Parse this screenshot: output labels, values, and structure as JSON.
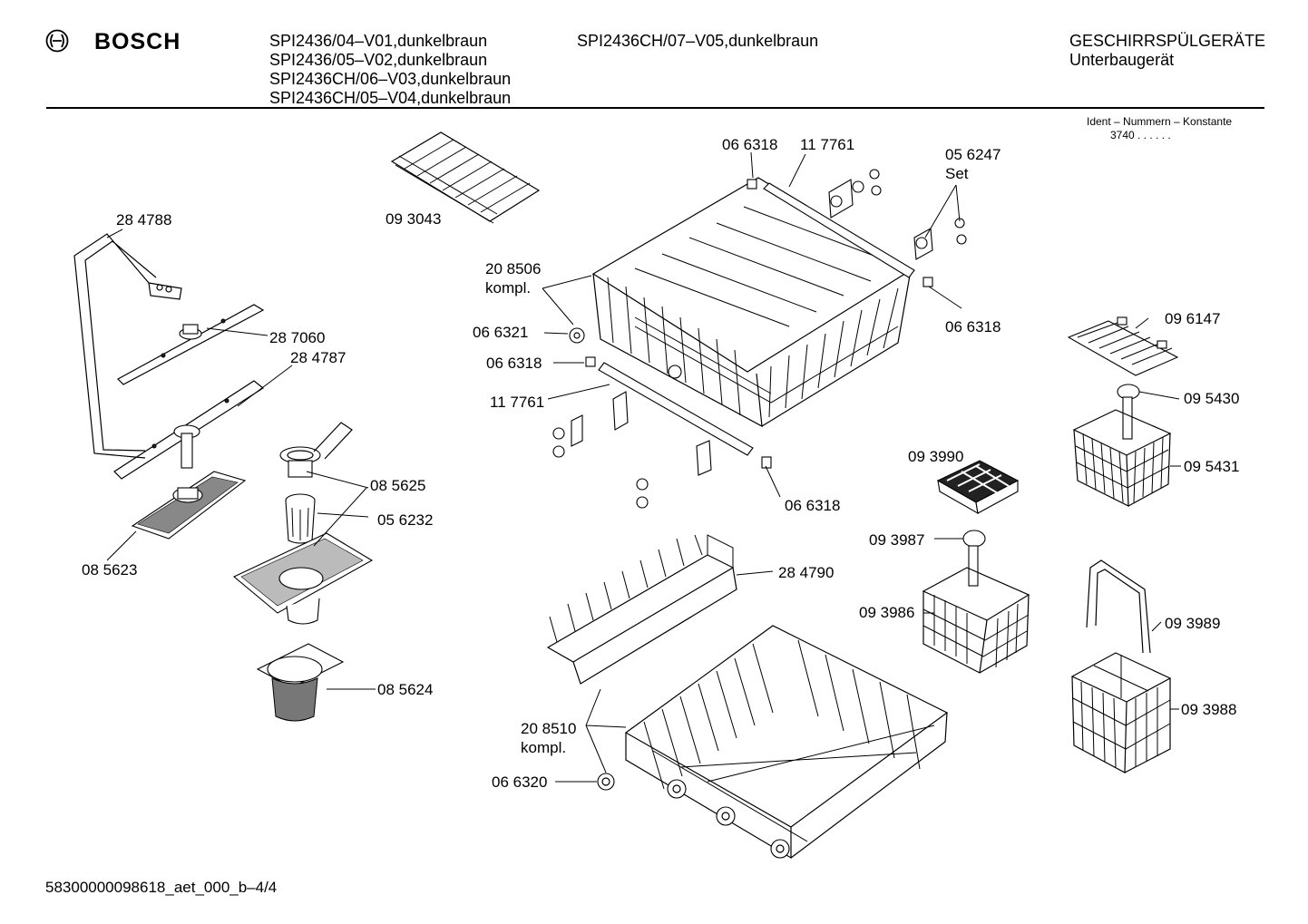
{
  "brand": {
    "name": "BOSCH",
    "logo_icon": "bosch-armature-icon"
  },
  "header": {
    "models_col1": [
      "SPI2436/04–V01,dunkelbraun",
      "SPI2436/05–V02,dunkelbraun",
      "SPI2436CH/06–V03,dunkelbraun",
      "SPI2436CH/05–V04,dunkelbraun"
    ],
    "models_col2": [
      "SPI2436CH/07–V05,dunkelbraun"
    ],
    "category": [
      "GESCHIRRSPÜLGERÄTE",
      "Unterbaugerät"
    ],
    "ident_label": "Ident – Nummern – Konstante",
    "ident_value": "3740 .  .  .  .  .  ."
  },
  "parts": [
    {
      "id": "p01",
      "text": "28 4788"
    },
    {
      "id": "p02",
      "text": "28 7060"
    },
    {
      "id": "p03",
      "text": "28 4787"
    },
    {
      "id": "p04",
      "text": "08 5623"
    },
    {
      "id": "p05",
      "text": "08 5625"
    },
    {
      "id": "p06",
      "text": "05 6232"
    },
    {
      "id": "p07",
      "text": "08 5624"
    },
    {
      "id": "p08",
      "text": "09 3043"
    },
    {
      "id": "p09",
      "text": "06 6318"
    },
    {
      "id": "p10",
      "text": "11 7761"
    },
    {
      "id": "p11",
      "text": "05 6247"
    },
    {
      "id": "p12",
      "text": "Set"
    },
    {
      "id": "p13",
      "text": "20 8506"
    },
    {
      "id": "p14",
      "text": "kompl."
    },
    {
      "id": "p15",
      "text": "06 6321"
    },
    {
      "id": "p16",
      "text": "06 6318"
    },
    {
      "id": "p17",
      "text": "11 7761"
    },
    {
      "id": "p18",
      "text": "06 6318"
    },
    {
      "id": "p19",
      "text": "06 6318"
    },
    {
      "id": "p20",
      "text": "09 6147"
    },
    {
      "id": "p21",
      "text": "09 5430"
    },
    {
      "id": "p22",
      "text": "09 5431"
    },
    {
      "id": "p23",
      "text": "09 3990"
    },
    {
      "id": "p24",
      "text": "09 3987"
    },
    {
      "id": "p25",
      "text": "09 3986"
    },
    {
      "id": "p26",
      "text": "09 3989"
    },
    {
      "id": "p27",
      "text": "09 3988"
    },
    {
      "id": "p28",
      "text": "28 4790"
    },
    {
      "id": "p29",
      "text": "20 8510"
    },
    {
      "id": "p30",
      "text": "kompl."
    },
    {
      "id": "p31",
      "text": "06 6320"
    }
  ],
  "footer": {
    "doc_id": "58300000098618_aet_000_b–4/4"
  }
}
